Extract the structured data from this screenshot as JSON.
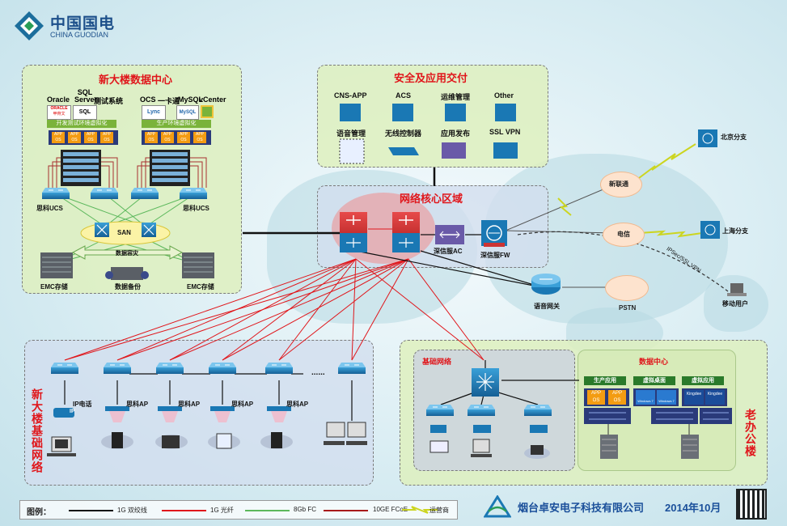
{
  "logo": {
    "cn": "中国国电",
    "en": "CHINA GUODIAN"
  },
  "zones": {
    "dc": {
      "title": "新大楼数据中心"
    },
    "security": {
      "title": "安全及应用交付"
    },
    "core": {
      "title": "网络核心区域"
    },
    "access": {
      "title": "新大楼基础网络"
    },
    "old": {
      "title": "老办公楼"
    },
    "base": {
      "title": "基础网络"
    },
    "old_dc": {
      "title": "数据中心"
    }
  },
  "dc": {
    "apps_left": [
      "Oracle",
      "SQL Server",
      "测试系统"
    ],
    "apps_right": [
      "OCS",
      "一卡通",
      "MySQL",
      "vCenter"
    ],
    "virt_left": "开发测试环境虚拟化",
    "virt_right": "生产环境虚拟化",
    "ucs_left": "思科UCS",
    "ucs_right": "思科UCS",
    "san": "SAN",
    "replication": "数据容灾",
    "emc_left": "EMC存储",
    "emc_right": "EMC存储",
    "backup": "数据备份",
    "vm_app": "APP",
    "vm_os": "OS",
    "logo_oracle": "ORACLE",
    "logo_oracle_sub": "甲骨文",
    "logo_sql": "SQL",
    "logo_lync": "Lync",
    "logo_mysql": "MySQL"
  },
  "security": {
    "items": [
      "CNS-APP",
      "ACS",
      "运维管理",
      "Other",
      "语音管理",
      "无线控制器",
      "应用发布",
      "SSL VPN"
    ]
  },
  "core": {
    "ac": "深信服AC",
    "fw": "深信服FW",
    "gateway": "语音网关"
  },
  "wan": {
    "unicom": "新联通",
    "telecom": "电信",
    "pstn": "PSTN",
    "beijing": "北京分支",
    "shanghai": "上海分支",
    "mobile": "移动用户",
    "vpn": "IPSec/SSL VPN"
  },
  "access": {
    "ipphone": "IP电话",
    "ap": [
      "思科AP",
      "思科AP",
      "思科AP",
      "思科AP"
    ],
    "dots": "......",
    "ip_badge": "IP"
  },
  "old_dc": {
    "cats": [
      "生产应用",
      "虚拟桌面",
      "虚拟应用"
    ],
    "win": "Windows 7",
    "kingdee": "Kingdee"
  },
  "legend": {
    "label": "图例：",
    "items": [
      "1G 双绞线",
      "1G 光纤",
      "8Gb FC",
      "10GE FCoE",
      "运营商"
    ]
  },
  "company": "烟台卓安电子科技有限公司",
  "date": "2014年10月",
  "colors": {
    "red_link": "#e0161b",
    "green_link": "#5cb85c",
    "cisco_blue": "#1a78b4",
    "title_red": "#e0161b"
  }
}
